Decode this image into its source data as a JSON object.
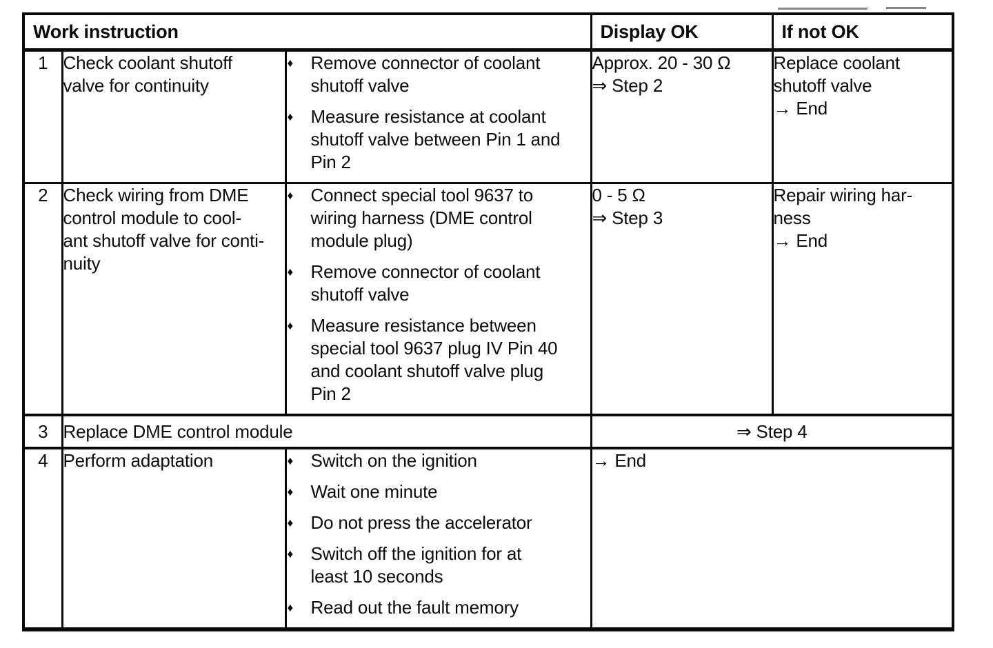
{
  "header": {
    "work_instruction": "Work instruction",
    "display_ok": "Display OK",
    "if_not_ok": "If not OK"
  },
  "bullet_glyph": "♦",
  "rows": [
    {
      "num": "1",
      "instruction": "Check coolant shutoff\nvalve for continuity",
      "steps": [
        "Remove connector of coolant\nshutoff valve",
        "Measure resistance at coolant\nshutoff valve between Pin 1 and\nPin 2"
      ],
      "display_ok": "Approx. 20 - 30 Ω\n⇒ Step 2",
      "if_not_ok": "Replace coolant\nshutoff valve\n→ End"
    },
    {
      "num": "2",
      "instruction": "Check wiring from DME\ncontrol module to cool-\nant shutoff valve for conti-\nnuity",
      "steps": [
        "Connect special tool 9637 to\nwiring harness (DME control\nmodule plug)",
        "Remove connector of coolant\nshutoff valve",
        "Measure resistance between\nspecial tool 9637 plug IV Pin 40\nand coolant shutoff valve plug\nPin 2"
      ],
      "display_ok": "0 - 5 Ω\n⇒ Step 3",
      "if_not_ok": "Repair wiring har-\nness\n→ End"
    },
    {
      "num": "3",
      "instruction": "Replace DME control module",
      "result": "⇒ Step 4"
    },
    {
      "num": "4",
      "instruction": "Perform adaptation",
      "steps": [
        "Switch on the ignition",
        "Wait one minute",
        "Do not press the accelerator",
        "Switch off the ignition for at\nleast 10 seconds",
        "Read out the fault memory"
      ],
      "result": "→ End"
    }
  ]
}
